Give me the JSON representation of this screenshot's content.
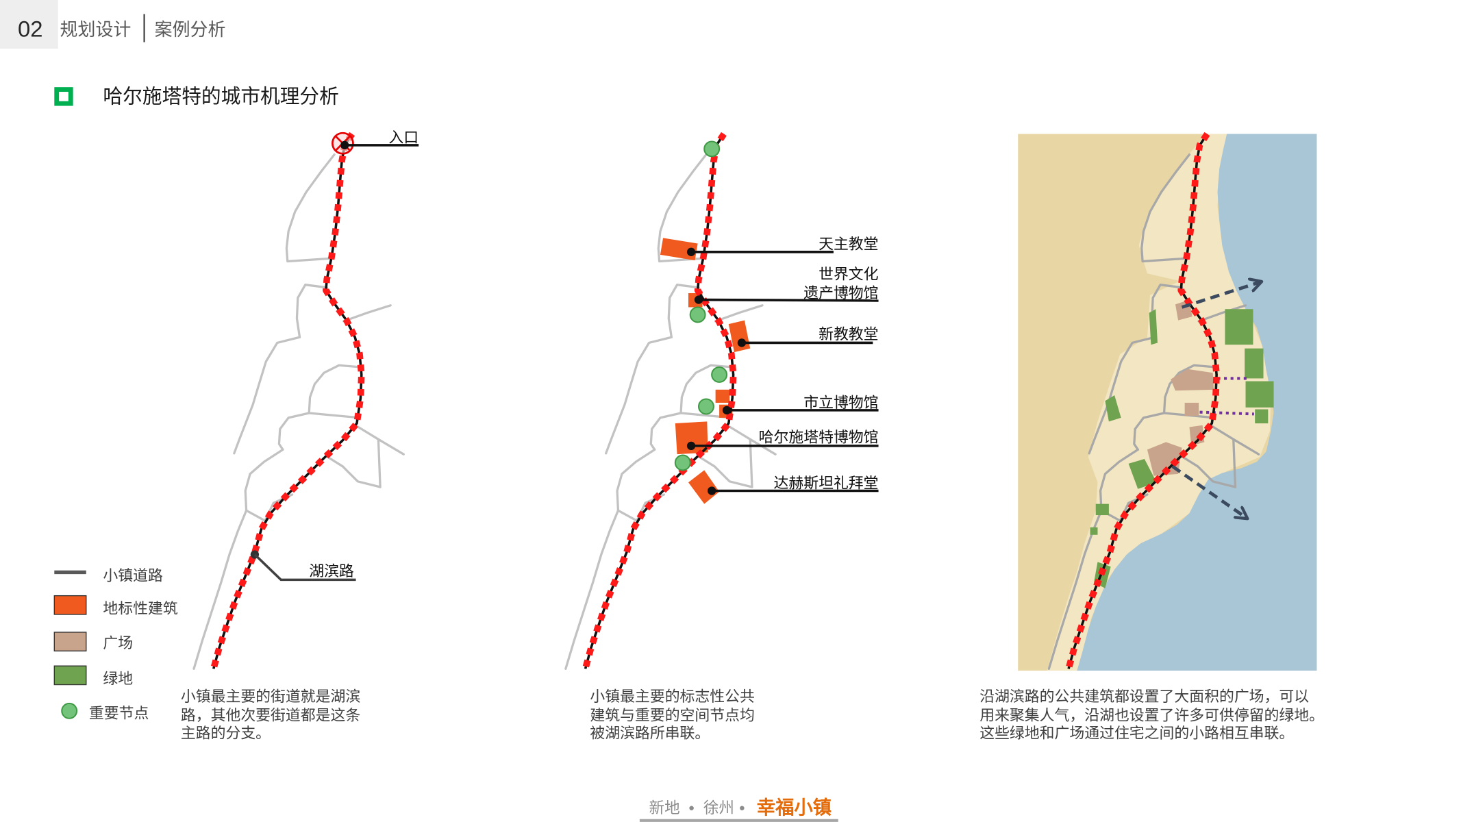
{
  "header": {
    "section_number": "02",
    "section_name": "规划设计",
    "subsection_name": "案例分析"
  },
  "title": {
    "icon": "green-square-icon",
    "text": "哈尔施塔特的城市机理分析"
  },
  "maps": {
    "road_network": {
      "entrance_label": "入口",
      "main_road_label": "湖滨路"
    },
    "landmarks": {
      "items": [
        {
          "lines": [
            "天主教堂"
          ]
        },
        {
          "lines": [
            "世界文化",
            "遗产博物馆"
          ]
        },
        {
          "lines": [
            "新教教堂"
          ]
        },
        {
          "lines": [
            "市立博物馆"
          ]
        },
        {
          "lines": [
            "哈尔施塔特博物馆"
          ]
        },
        {
          "lines": [
            "达赫斯坦礼拜堂"
          ]
        }
      ]
    }
  },
  "legend": {
    "items": [
      {
        "label": "小镇道路",
        "symbol": "line",
        "color": "#595959"
      },
      {
        "label": "地标性建筑",
        "symbol": "rect",
        "color": "#f05a1e"
      },
      {
        "label": "广场",
        "symbol": "rect",
        "color": "#c9a48c"
      },
      {
        "label": "绿地",
        "symbol": "rect",
        "color": "#6fa34f"
      },
      {
        "label": "重要节点",
        "symbol": "circle",
        "color": "#74c37a"
      }
    ]
  },
  "captions": [
    {
      "lines": [
        "小镇最主要的街道就是湖滨",
        "路，其他次要街道都是这条",
        "主路的分支。"
      ]
    },
    {
      "lines": [
        "小镇最主要的标志性公共",
        "建筑与重要的空间节点均",
        "被湖滨路所串联。"
      ]
    },
    {
      "lines": [
        "沿湖滨路的公共建筑都设置了大面积的广场，可以",
        "用来聚集人气，沿湖也设置了许多可供停留的绿地。",
        "这些绿地和广场通过住宅之间的小路相互串联。"
      ]
    }
  ],
  "footer": {
    "brand_primary": "新地",
    "separator": "●",
    "city": "徐州",
    "project": "幸福小镇"
  },
  "colors": {
    "accent_green": "#00b050",
    "main_road_red": "#ff1a1a",
    "lake_blue": "#a9c6d7",
    "land_beige": "#e8d6a5",
    "connection_purple": "#7030a0",
    "footer_orange": "#e46c0a"
  }
}
